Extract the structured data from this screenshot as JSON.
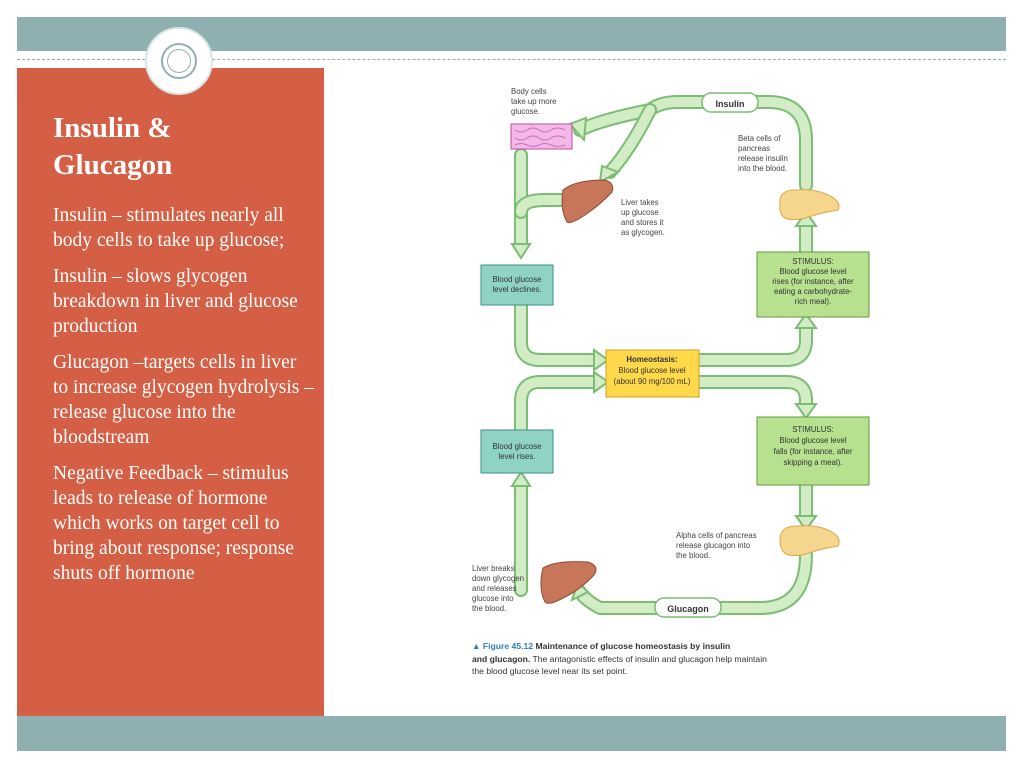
{
  "slide": {
    "title_line1": "Insulin &",
    "title_line2": "Glucagon",
    "bullets": [
      "Insulin – stimulates nearly all body cells to take up glucose;",
      "Insulin – slows  glycogen breakdown in liver and glucose production",
      "Glucagon –targets cells in liver to increase glycogen hydrolysis – release glucose into the bloodstream",
      "Negative Feedback – stimulus leads to release of hormone which works on target cell to bring about response; response shuts off hormone"
    ]
  },
  "diagram": {
    "body_cells": [
      "Body cells",
      "take up more",
      "glucose."
    ],
    "insulin": "Insulin",
    "beta_cells": [
      "Beta cells of",
      "pancreas",
      "release insulin",
      "into the blood."
    ],
    "liver_takes": [
      "Liver takes",
      "up glucose",
      "and stores it",
      "as glycogen."
    ],
    "bg_declines": [
      "Blood glucose",
      "level declines."
    ],
    "stimulus_rise": [
      "STIMULUS:",
      "Blood glucose level",
      "rises (for instance, after",
      "eating a carbohydrate-",
      "rich meal)."
    ],
    "homeostasis": [
      "Homeostasis:",
      "Blood glucose level",
      "(about 90 mg/100 mL)"
    ],
    "stimulus_fall": [
      "STIMULUS:",
      "Blood glucose level",
      "falls (for instance, after",
      "skipping a meal)."
    ],
    "bg_rises": [
      "Blood glucose",
      "level rises."
    ],
    "alpha_cells": [
      "Alpha cells of pancreas",
      "release glucagon into",
      "the blood."
    ],
    "liver_breaks": [
      "Liver breaks",
      "down glycogen",
      "and releases",
      "glucose into",
      "the blood."
    ],
    "glucagon": "Glucagon",
    "caption_fig": "Figure 45.12",
    "caption_bold1": "Maintenance of glucose homeostasis by insulin",
    "caption_bold2": "and glucagon.",
    "caption_rest1": "The antagonistic effects of insulin and glucagon help maintain",
    "caption_rest2": "the blood glucose level near its set point."
  },
  "colors": {
    "band": "#8fb0b0",
    "panel": "#d45f45",
    "arrow_fill": "#d2ecc6",
    "arrow_stroke": "#7bbd73",
    "teal_box": "#8fd3c7",
    "green_box": "#b7e08f",
    "yellow_box": "#ffd94a"
  }
}
